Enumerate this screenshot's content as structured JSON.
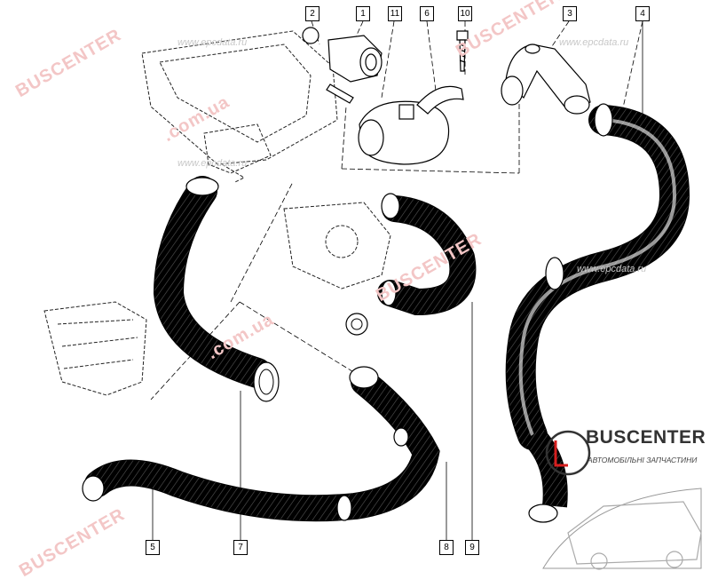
{
  "diagram": {
    "callouts": [
      {
        "id": "c2",
        "label": "2"
      },
      {
        "id": "c1",
        "label": "1"
      },
      {
        "id": "c11",
        "label": "11"
      },
      {
        "id": "c6",
        "label": "6"
      },
      {
        "id": "c10",
        "label": "10"
      },
      {
        "id": "c3",
        "label": "3"
      },
      {
        "id": "c4",
        "label": "4"
      },
      {
        "id": "c5",
        "label": "5"
      },
      {
        "id": "c7",
        "label": "7"
      },
      {
        "id": "c8",
        "label": "8"
      },
      {
        "id": "c9",
        "label": "9"
      }
    ],
    "watermarks": {
      "brand": "BUSCENTER",
      "domain": ".com.ua",
      "url_a": "www.epcdata.ru",
      "url_b": "www.epcdata.ru"
    },
    "logo": {
      "title": "BUSCENTER",
      "subtitle": "АВТОМОБІЛЬНІ ЗАПЧАСТИНИ"
    },
    "colors": {
      "line": "#000000",
      "watermark": "#f3c6c6",
      "logo_accent": "#d61f1f"
    }
  }
}
